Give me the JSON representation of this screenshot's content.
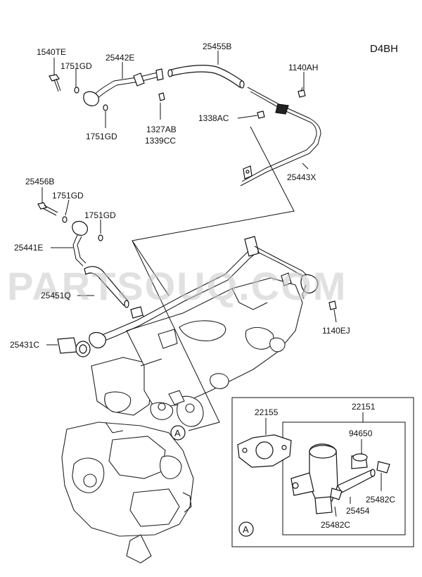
{
  "engine_code": "D4BH",
  "watermark": "PARTSOUQ.COM",
  "detail_marker": "A",
  "labels": {
    "p1540TE": "1540TE",
    "p25442E": "25442E",
    "p1751GD_a": "1751GD",
    "p1751GD_b": "1751GD",
    "p25455B": "25455B",
    "p1140AH": "1140AH",
    "p1338AC": "1338AC",
    "p1327AB": "1327AB",
    "p1339CC": "1339CC",
    "p25443X": "25443X",
    "p25456B": "25456B",
    "p1751GD_c": "1751GD",
    "p1751GD_d": "1751GD",
    "p25441E": "25441E",
    "p25451Q": "25451Q",
    "p1140EJ": "1140EJ",
    "p25431C": "25431C",
    "p22155": "22155",
    "p22151": "22151",
    "p94650": "94650",
    "p25482C_a": "25482C",
    "p25454": "25454",
    "p25482C_b": "25482C"
  }
}
